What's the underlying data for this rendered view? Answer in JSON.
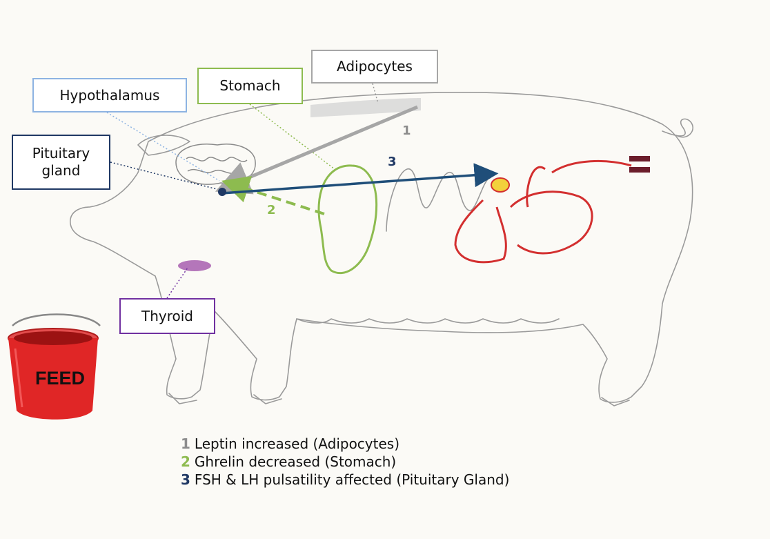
{
  "labels": {
    "adipocytes": "Adipocytes",
    "stomach": "Stomach",
    "hypothalamus": "Hypothalamus",
    "pituitary": "Pituitary\ngland",
    "thyroid": "Thyroid"
  },
  "arrows": {
    "n1": "1",
    "n2": "2",
    "n3": "3"
  },
  "legend": [
    {
      "num": "1",
      "text": "Leptin increased (Adipocytes)",
      "color": "#8c8c8c"
    },
    {
      "num": "2",
      "text": "Ghrelin decreased (Stomach)",
      "color": "#8dbb4f"
    },
    {
      "num": "3",
      "text": "FSH & LH pulsatility affected (Pituitary Gland)",
      "color": "#1f3864"
    }
  ],
  "bucket": {
    "label": "FEED"
  },
  "colors": {
    "leptin": "#a6a6a6",
    "ghrelin": "#8dbb4f",
    "pituitary": "#1f3864",
    "hypothalamus": "#8db3e2",
    "thyroid": "#7030a0",
    "repro": "#d32f2f"
  }
}
